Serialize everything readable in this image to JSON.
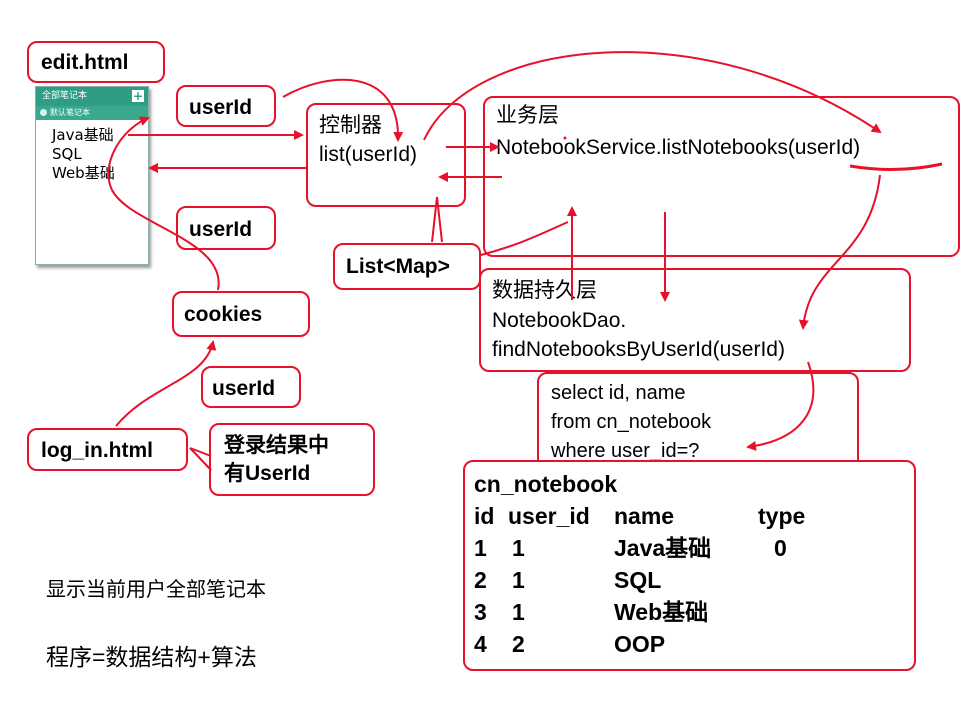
{
  "edit_page": {
    "label": "edit.html"
  },
  "mini_ui": {
    "header": "全部笔记本",
    "plus": "+",
    "selected": "默认笔记本",
    "items": [
      "Java基础",
      "SQL",
      "Web基础"
    ]
  },
  "userid_labels": [
    "userId",
    "userId",
    "userId"
  ],
  "cookies": "cookies",
  "login_page": "log_in.html",
  "login_note": [
    "登录结果中",
    "有UserId"
  ],
  "controller": {
    "title": "控制器",
    "method": "list(userId)"
  },
  "return_type": "List<Map>",
  "service": {
    "title": "业务层",
    "call": "NotebookService.listNotebooks(userId)"
  },
  "dao": {
    "title": "数据持久层",
    "line1": "NotebookDao.",
    "line2": "findNotebooksByUserId(userId)"
  },
  "sql": [
    "select id, name",
    "from cn_notebook",
    "where user_id=?"
  ],
  "table": {
    "name": "cn_notebook",
    "columns": [
      "id",
      "user_id",
      "name",
      "type"
    ],
    "rows": [
      [
        "1",
        "1",
        "Java基础",
        "0"
      ],
      [
        "2",
        "1",
        "SQL",
        ""
      ],
      [
        "3",
        "1",
        "Web基础",
        ""
      ],
      [
        "4",
        "2",
        "OOP",
        ""
      ]
    ]
  },
  "captions": [
    "显示当前用户全部笔记本",
    "程序=数据结构+算法"
  ],
  "colors": {
    "accent": "#e8102a",
    "teal": "#2f9c86"
  }
}
